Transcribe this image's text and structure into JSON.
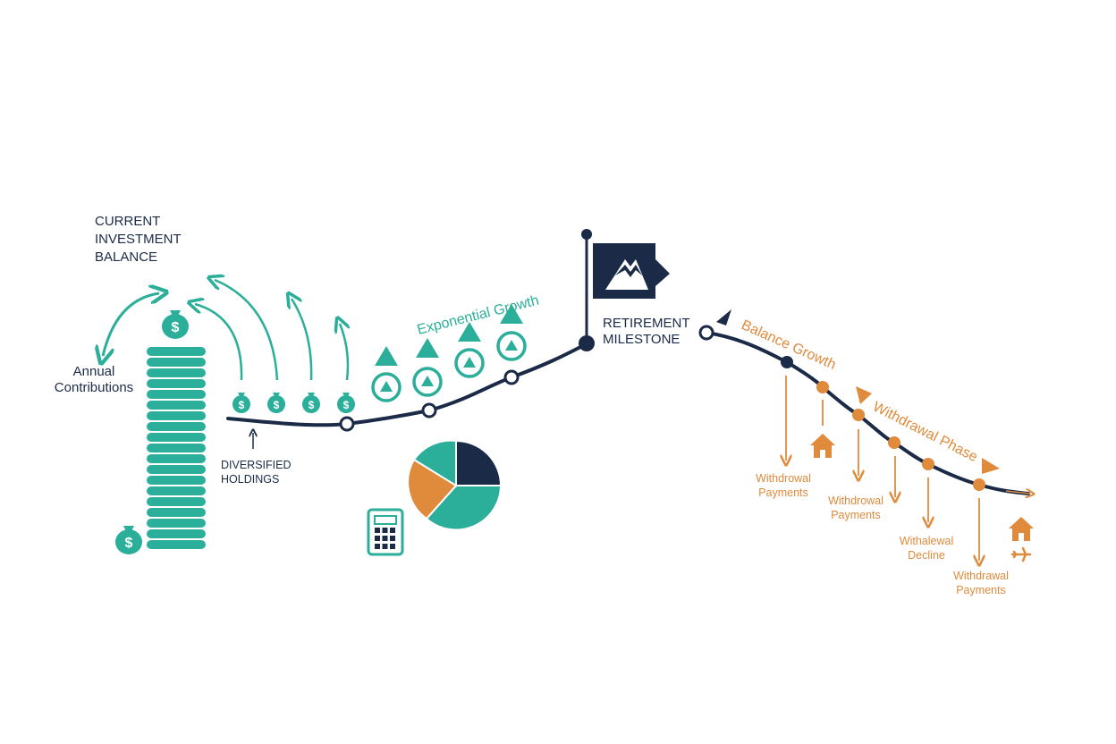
{
  "title_lines": [
    "CURRENT",
    "INVESTMENT",
    "BALANCE"
  ],
  "contributions_lines": [
    "Annual",
    "Contributions"
  ],
  "holdings_lines": [
    "DIVERSIFIED",
    "HOLDINGS"
  ],
  "growth_label": "Exponential Growth",
  "milestone_lines": [
    "RETIREMENT",
    "MILESTONE"
  ],
  "balance_growth_label": "Balance Growth",
  "withdrawal_phase_label": "Withdrawal Phase",
  "currency_symbol": "$",
  "withdrawals": [
    {
      "lines": [
        "Withdrowal",
        "Payments"
      ]
    },
    {
      "lines": [
        "Withdrowal",
        "Payments"
      ]
    },
    {
      "lines": [
        "Withalewal",
        "Decline"
      ]
    },
    {
      "lines": [
        "Withdrawal",
        "Payments"
      ]
    }
  ],
  "colors": {
    "navy": "#1b2a47",
    "teal": "#2bae9a",
    "orange": "#e08a3c"
  },
  "icons": {
    "money_bag": "money-bag-icon",
    "flag": "mountain-flag-icon",
    "calculator": "calculator-icon",
    "pie": "pie-chart-icon",
    "house": "house-icon",
    "plane": "airplane-icon"
  }
}
